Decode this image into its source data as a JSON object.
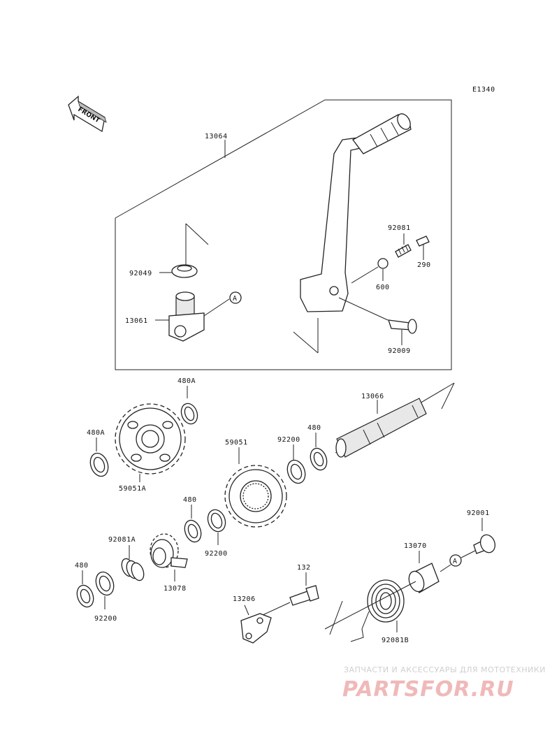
{
  "diagram_code": "E1340",
  "front_label": "FRONT",
  "callout_ref": "A",
  "parts": {
    "kick_pedal_assy": "13064",
    "bushing": "92049",
    "kick_boss": "13061",
    "spring_small": "92081",
    "pin": "290",
    "ball": "600",
    "bolt": "92009",
    "kick_shaft": "13066",
    "washer_480a_top": "480A",
    "washer_480a_left": "480A",
    "gear_59051a": "59051A",
    "gear_59051": "59051",
    "washer_92200_top": "92200",
    "washer_480_top": "480",
    "washer_480_mid": "480",
    "washer_92200_mid": "92200",
    "spring_92081a": "92081A",
    "ratchet": "13078",
    "washer_480_left": "480",
    "washer_92200_left": "92200",
    "bolt_132": "132",
    "guide_13206": "13206",
    "collar_13070": "13070",
    "spring_92081b": "92081B",
    "bolt_92001": "92001"
  },
  "watermark": {
    "tagline": "ЗАПЧАСТИ И АКСЕССУАРЫ ДЛЯ МОТОТЕХНИКИ",
    "brand": "PARTSFOR.RU"
  }
}
